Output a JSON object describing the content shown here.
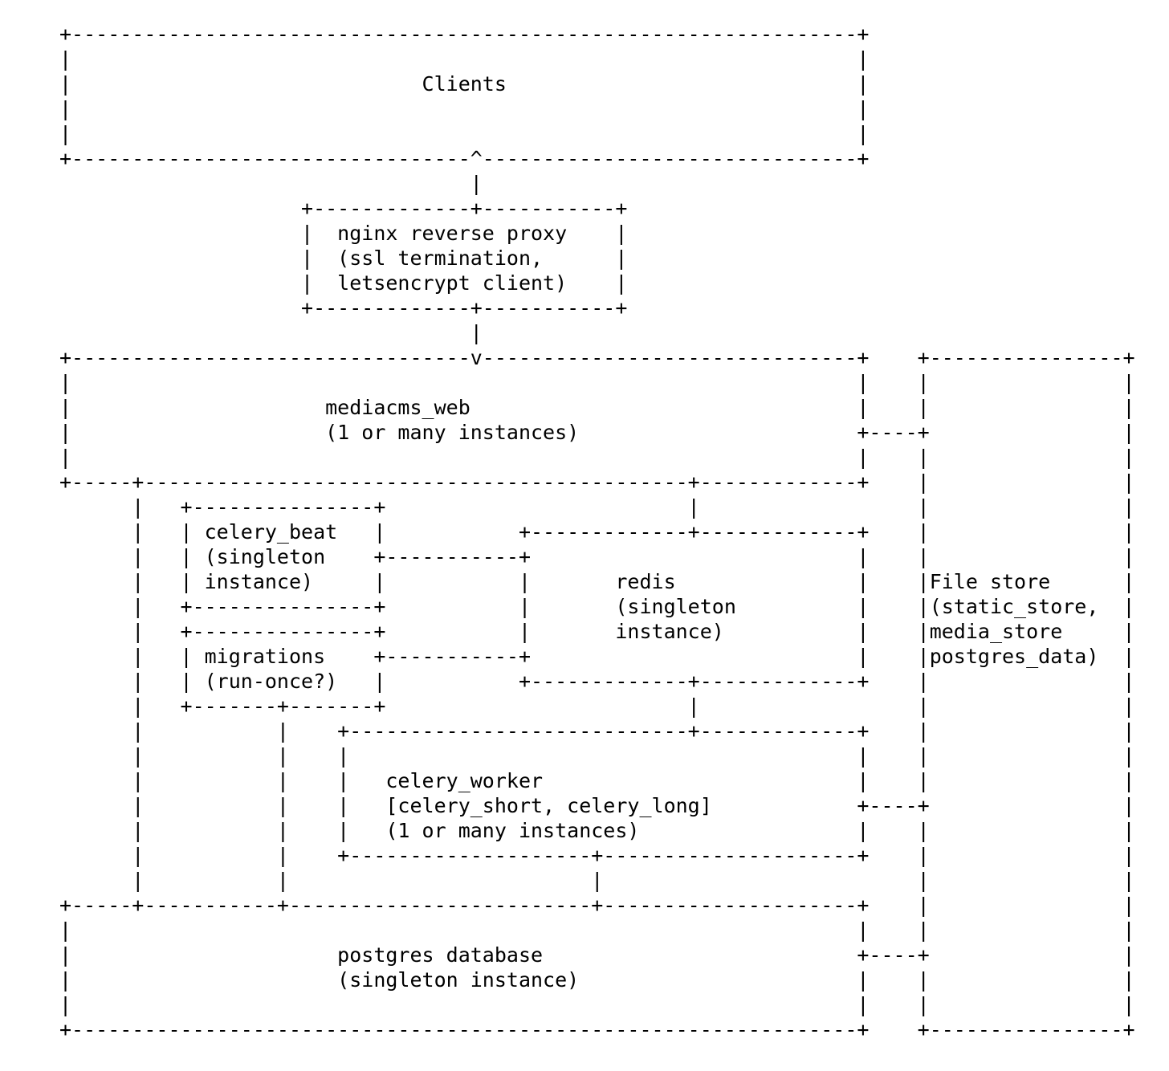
{
  "colors": {
    "background": "#ffffff",
    "text": "#000000"
  },
  "nodes": [
    {
      "id": "clients",
      "label": "Clients"
    },
    {
      "id": "nginx",
      "label": "nginx reverse proxy (ssl termination, letsencrypt client)"
    },
    {
      "id": "mediacms_web",
      "label": "mediacms_web (1 or many instances)"
    },
    {
      "id": "celery_beat",
      "label": "celery_beat (singleton instance)"
    },
    {
      "id": "migrations",
      "label": "migrations (run-once?)"
    },
    {
      "id": "redis",
      "label": "redis (singleton instance)"
    },
    {
      "id": "celery_worker",
      "label": "celery_worker [celery_short, celery_long] (1 or many instances)"
    },
    {
      "id": "postgres",
      "label": "postgres database (singleton instance)"
    },
    {
      "id": "file_store",
      "label": "File store (static_store, media_store postgres_data)"
    }
  ],
  "diagram": {
    "lines": [
      "+-----------------------------------------------------------------+",
      "|                                                                 |",
      "|                             Clients                             |",
      "|                                                                 |",
      "|                                                                 |",
      "+---------------------------------^-------------------------------+",
      "                                  |",
      "                    +-------------+-----------+",
      "                    |  nginx reverse proxy    |",
      "                    |  (ssl termination,      |",
      "                    |  letsencrypt client)    |",
      "                    +-------------+-----------+",
      "                                  |",
      "+---------------------------------v-------------------------------+    +----------------+",
      "|                                                                 |    |                |",
      "|                     mediacms_web                                |    |                |",
      "|                     (1 or many instances)                       +----+                |",
      "|                                                                 |    |                |",
      "+-----+---------------------------------------------+-------------+    |                |",
      "      |   +---------------+                         |                  |                |",
      "      |   | celery_beat   |           +-------------+-------------+    |                |",
      "      |   | (singleton    +-----------+                           |    |                |",
      "      |   | instance)     |           |       redis               |    |File store      |",
      "      |   +---------------+           |       (singleton          |    |(static_store,  |",
      "      |   +---------------+           |       instance)           |    |media_store     |",
      "      |   | migrations    +-----------+                           |    |postgres_data)  |",
      "      |   | (run-once?)   |           +-------------+-------------+    |                |",
      "      |   +-------+-------+                         |                  |                |",
      "      |           |    +----------------------------+-------------+    |                |",
      "      |           |    |                                          |    |                |",
      "      |           |    |   celery_worker                          |    |                |",
      "      |           |    |   [celery_short, celery_long]            +----+                |",
      "      |           |    |   (1 or many instances)                  |    |                |",
      "      |           |    +--------------------+---------------------+    |                |",
      "      |           |                         |                          |                |",
      "+-----+-----------+-------------------------+---------------------+    |                |",
      "|                                                                 |    |                |",
      "|                      postgres database                          +----+                |",
      "|                      (singleton instance)                       |    |                |",
      "|                                                                 |    |                |",
      "+-----------------------------------------------------------------+    +----------------+"
    ]
  }
}
